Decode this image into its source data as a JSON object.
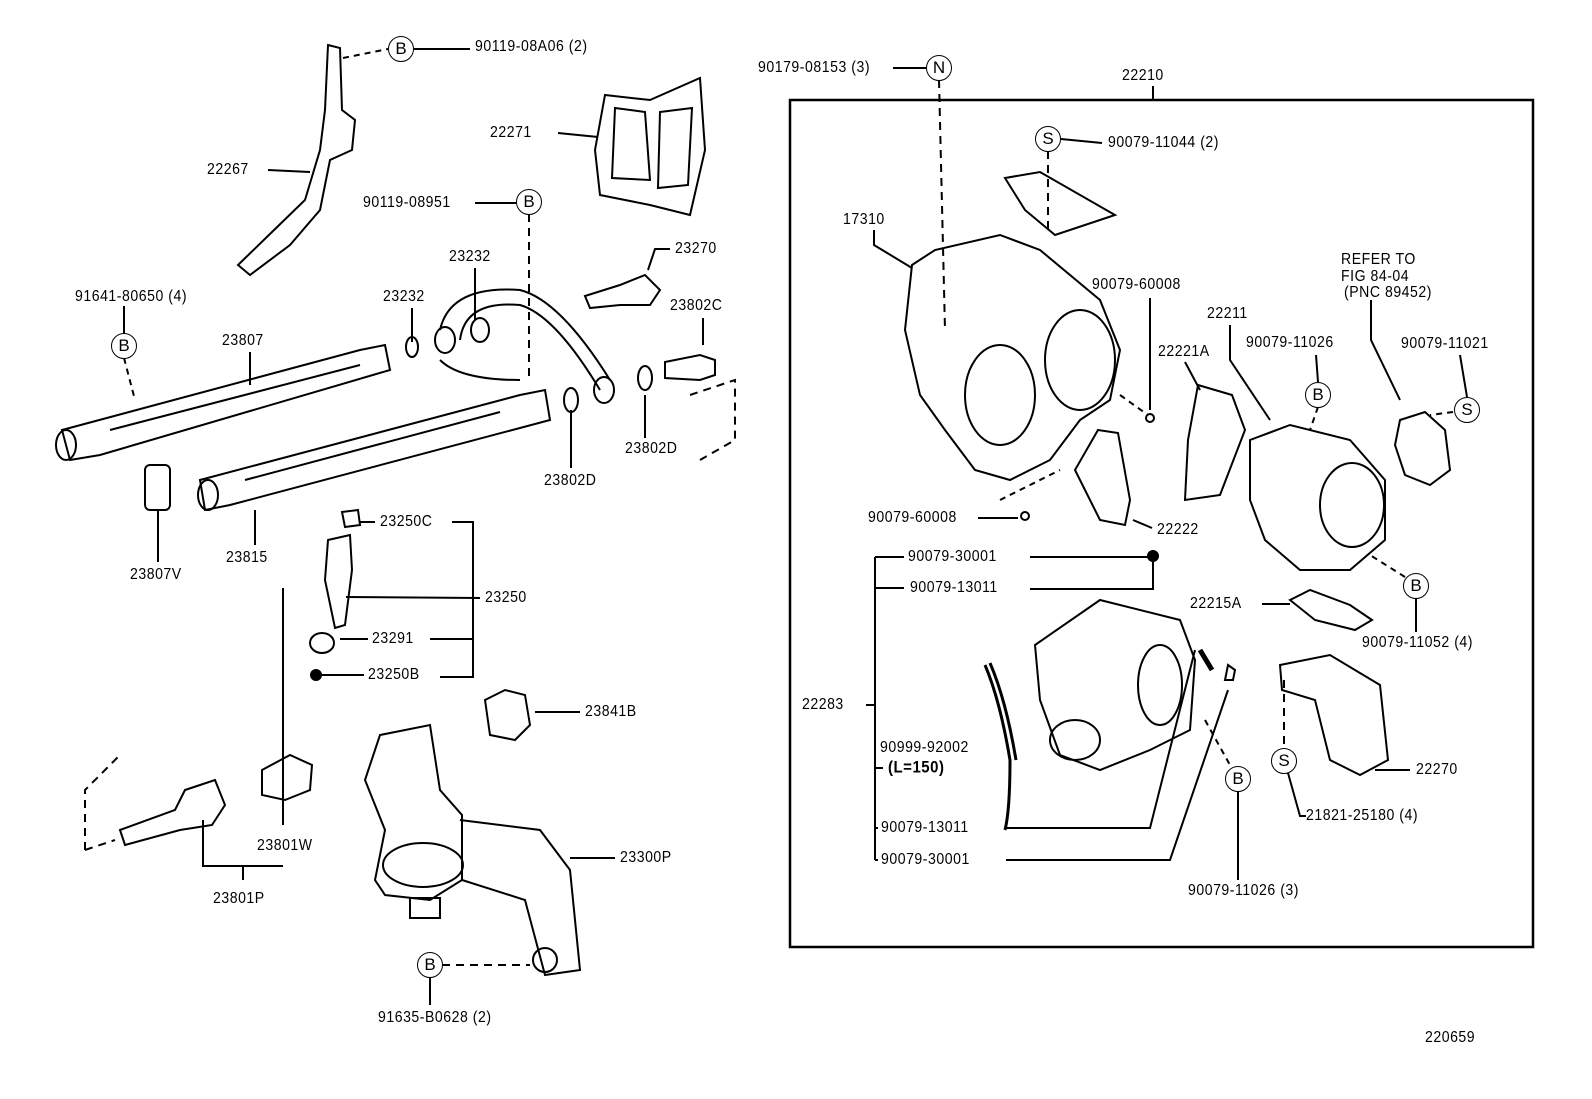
{
  "figure_ref": "220659",
  "callouts": {
    "b_top": "B",
    "b_08951": "B",
    "b_80650": "B",
    "b_b0628": "B",
    "n_08153": "N",
    "s_11044": "S",
    "b_11026": "B",
    "s_11021": "S",
    "b_11052": "B",
    "s_25180": "S",
    "b_11026_3": "B"
  },
  "labels": {
    "p90119_08A06": "90119-08A06 (2)",
    "p22267": "22267",
    "p22271": "22271",
    "p90119_08951": "90119-08951",
    "p23270": "23270",
    "p23232_a": "23232",
    "p23232_b": "23232",
    "p91641_80650": "91641-80650 (4)",
    "p23807": "23807",
    "p23802C": "23802C",
    "p23802D_a": "23802D",
    "p23802D_b": "23802D",
    "p23807V": "23807V",
    "p23815": "23815",
    "p23250C": "23250C",
    "p23250": "23250",
    "p23291": "23291",
    "p23250B": "23250B",
    "p23841B": "23841B",
    "p23801W": "23801W",
    "p23801P": "23801P",
    "p23300P": "23300P",
    "p91635_B0628": "91635-B0628 (2)",
    "p90179_08153": "90179-08153 (3)",
    "p22210": "22210",
    "p90079_11044": "90079-11044 (2)",
    "p17310": "17310",
    "p90079_60008_a": "90079-60008",
    "refer_1": "REFER TO",
    "refer_2": "FIG 84-04",
    "refer_3": "(PNC 89452)",
    "p22211": "22211",
    "p22221A": "22221A",
    "p90079_11026": "90079-11026",
    "p90079_11021": "90079-11021",
    "p90079_60008_b": "90079-60008",
    "p22222": "22222",
    "p90079_30001_a": "90079-30001",
    "p90079_13011_a": "90079-13011",
    "p22215A": "22215A",
    "p90079_11052": "90079-11052 (4)",
    "p22283": "22283",
    "p90999_92002": "90999-92002",
    "p_len": "(L=150)",
    "p22270": "22270",
    "p21821_25180": "21821-25180 (4)",
    "p90079_13011_b": "90079-13011",
    "p90079_30001_b": "90079-30001",
    "p90079_11026_3": "90079-11026 (3)"
  }
}
